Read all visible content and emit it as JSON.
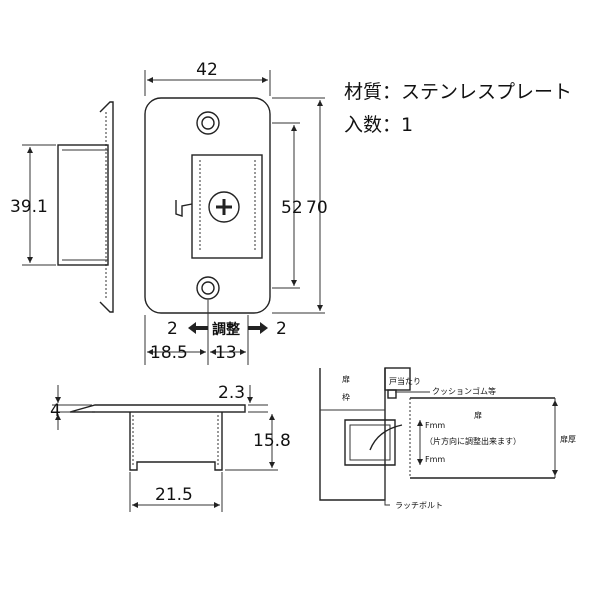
{
  "specs": {
    "material": "材質：ステンレスプレート",
    "quantity": "入数：1"
  },
  "dimensions": {
    "width": "42",
    "plate_height_inner": "52",
    "plate_height_outer": "70",
    "latch_height": "39.1",
    "adjust_left": "2",
    "adjust_right": "2",
    "adjust_label": "調整",
    "offset_left": "18.5",
    "offset_right": "13",
    "thickness_top": "2.3",
    "thickness_left": "4",
    "depth": "15.8",
    "bottom_width": "21.5"
  },
  "install": {
    "door_label": "扉",
    "frame_label": "枠",
    "doorstop_label": "戸当たり",
    "cushion_label": "クッションゴム等",
    "door_right_label": "扉",
    "fmm_top": "Fmm",
    "adjust_note": "（片方向に調整出来ます）",
    "fmm_bottom": "Fmm",
    "door_thickness_label": "扉厚",
    "latch_bolt_label": "ラッチボルト"
  }
}
